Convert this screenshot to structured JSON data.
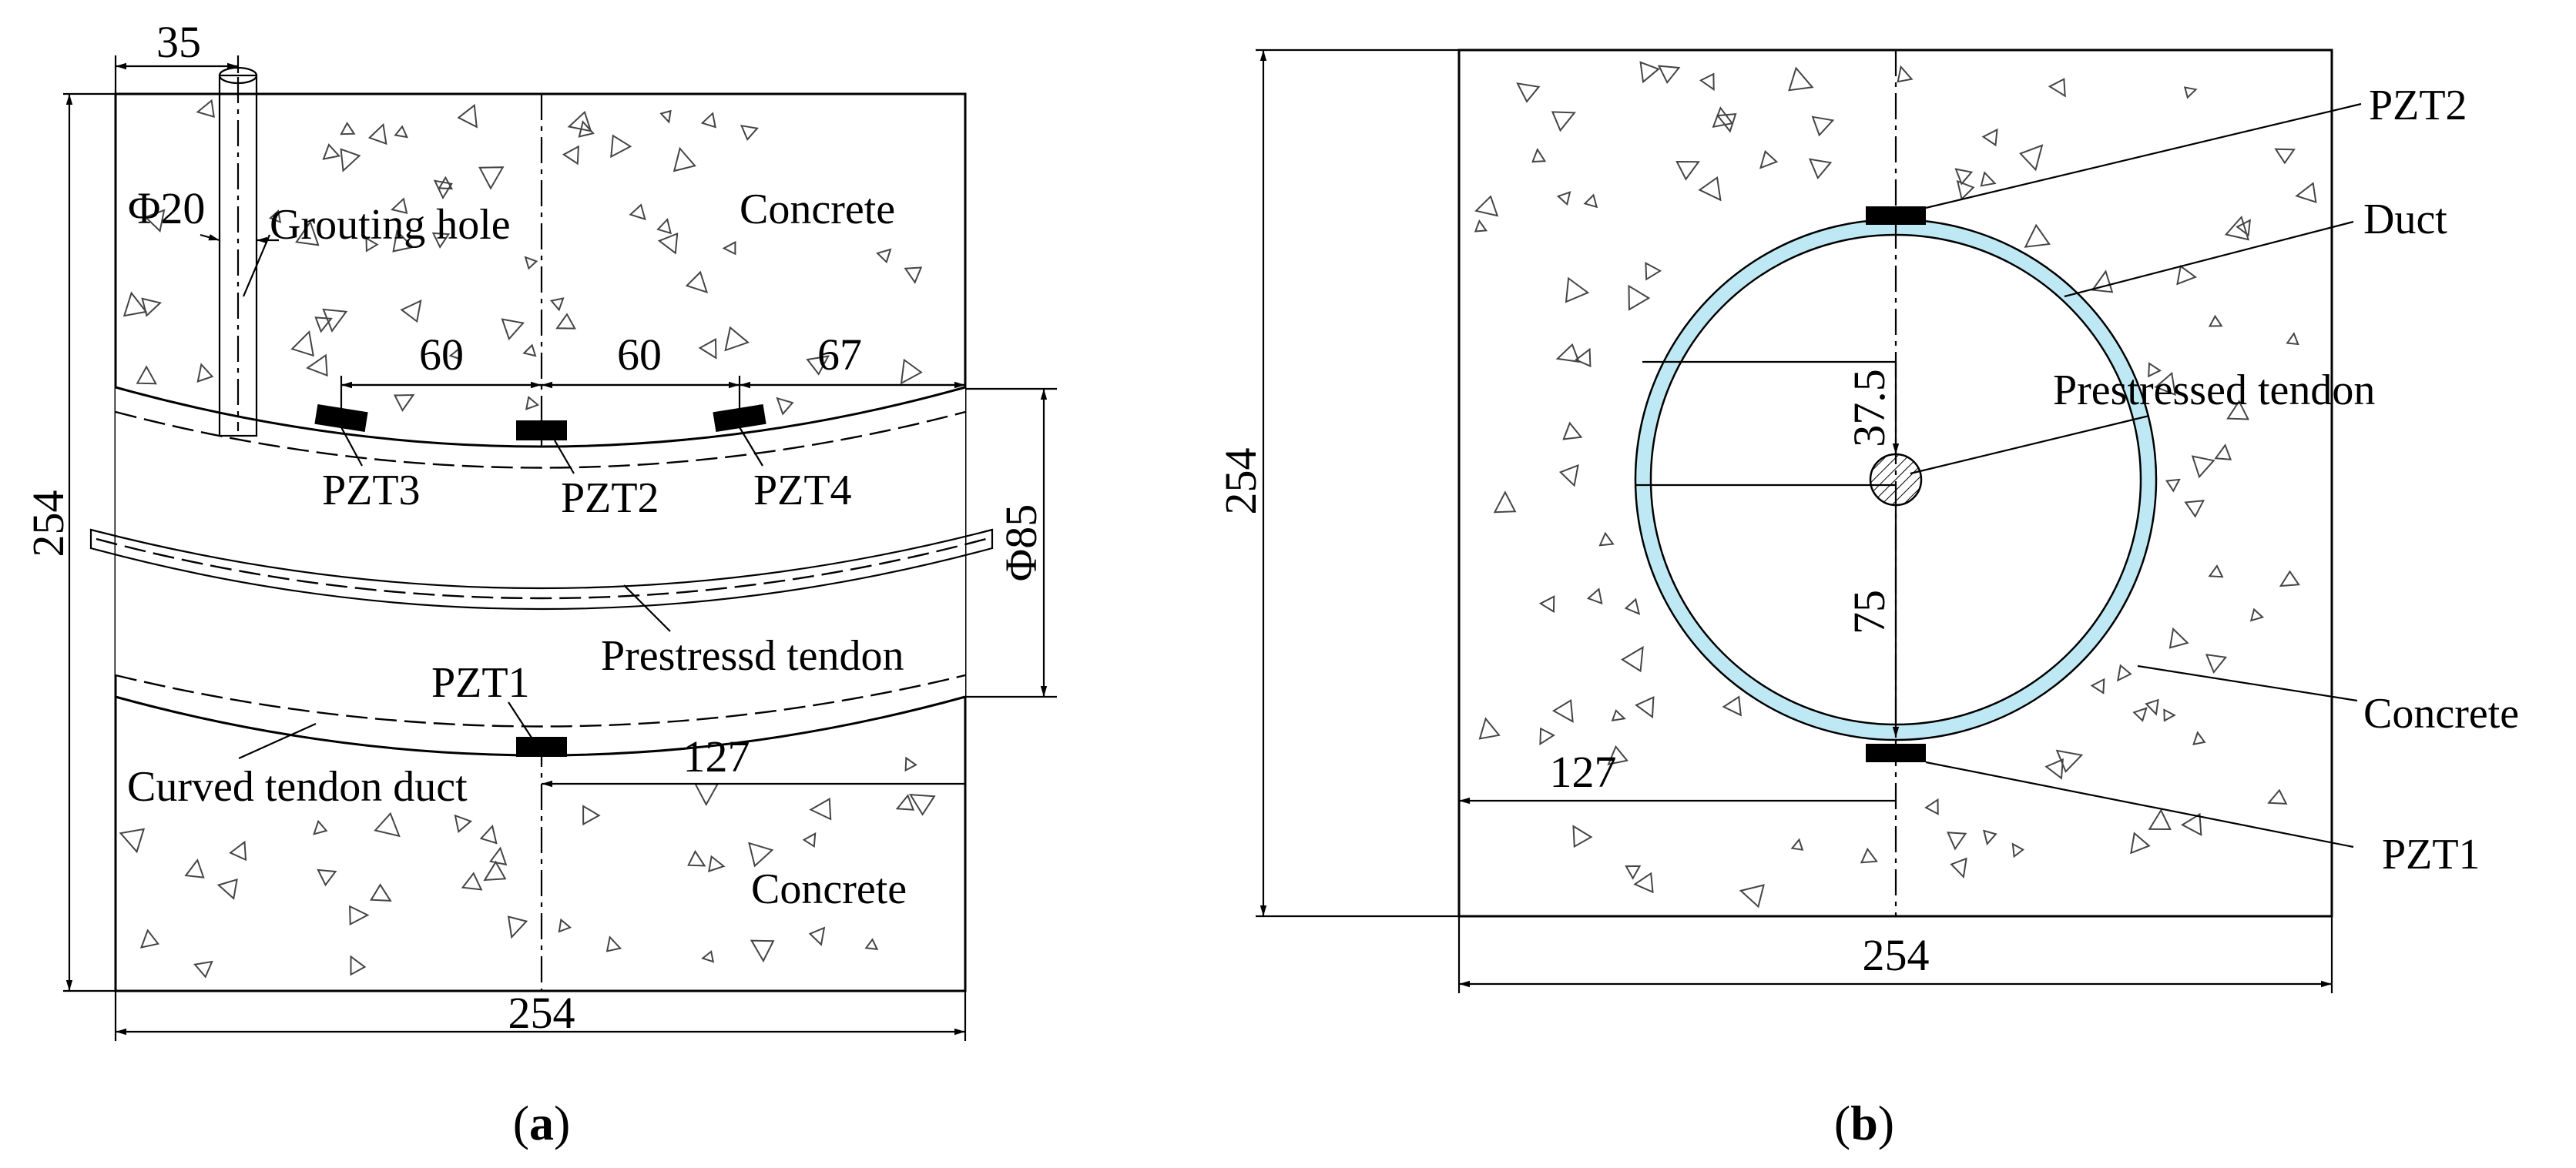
{
  "panel_a": {
    "caption": "a",
    "labels": {
      "grouting_hole": "Grouting hole",
      "concrete_top": "Concrete",
      "concrete_bottom": "Concrete",
      "pzt3": "PZT3",
      "pzt2": "PZT2",
      "pzt4": "PZT4",
      "pzt1": "PZT1",
      "tendon": "Prestressd tendon",
      "duct": "Curved tendon duct"
    },
    "dimensions": {
      "hole_offset": "35",
      "hole_diameter": "Φ20",
      "spacing_left": "60",
      "spacing_mid": "60",
      "spacing_right": "67",
      "duct_diameter": "Φ85",
      "half_width": "127",
      "height": "254",
      "width": "254"
    }
  },
  "panel_b": {
    "caption": "b",
    "duct_fill_color": "#bfe8f5",
    "labels": {
      "pzt2": "PZT2",
      "duct": "Duct",
      "tendon": "Prestressed tendon",
      "concrete": "Concrete",
      "pzt1": "PZT1"
    },
    "dimensions": {
      "radius_inner": "37.5",
      "radius_outer": "75",
      "half_width": "127",
      "height": "254",
      "width": "254"
    }
  }
}
